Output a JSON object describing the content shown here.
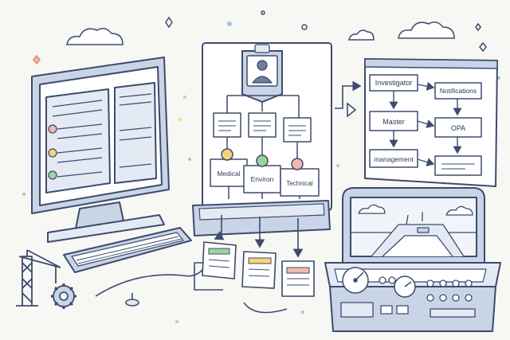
{
  "org_chart": {
    "nodes": [
      {
        "id": "medical",
        "label": "Medical",
        "dot_color": "#f4d57a"
      },
      {
        "id": "environ",
        "label": "Environ",
        "dot_color": "#9dd49a"
      },
      {
        "id": "technical",
        "label": "Technical",
        "dot_color": "#f2b8b0"
      }
    ]
  },
  "flowchart": {
    "nodes": [
      {
        "id": "investigator",
        "label": "Investigator"
      },
      {
        "id": "notifications",
        "label": "Notifications"
      },
      {
        "id": "master",
        "label": "Master"
      },
      {
        "id": "opa",
        "label": "OPA"
      },
      {
        "id": "management",
        "label": "management"
      }
    ]
  },
  "palette": {
    "line": "#3d4b6e",
    "fill_light": "#e4eaf4",
    "fill_mid": "#c9d4e6",
    "accent_green": "#9dd49a",
    "accent_yellow": "#f4d57a",
    "accent_red": "#f2b8b0"
  },
  "icons": [
    "cloud-icon",
    "id-badge-icon",
    "crane-icon",
    "gear-icon",
    "gauge-icon"
  ]
}
